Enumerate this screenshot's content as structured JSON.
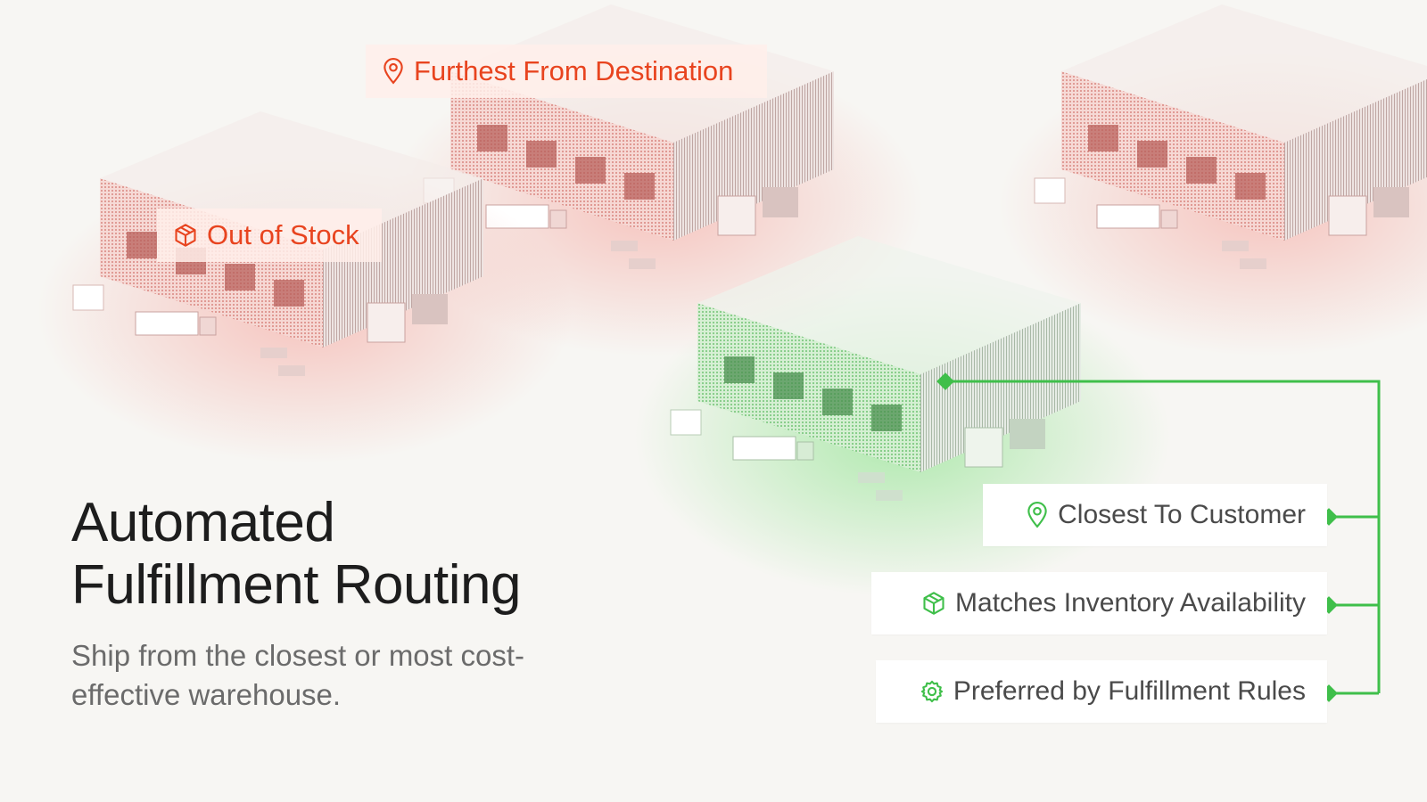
{
  "headline": {
    "line1": "Automated",
    "line2": "Fulfillment Routing"
  },
  "subtext": "Ship from the closest or most cost-effective warehouse.",
  "warehouses": [
    {
      "state": "rejected",
      "label": "Furthest From Destination",
      "icon": "map-pin-icon"
    },
    {
      "state": "rejected",
      "label": "Out of Stock",
      "icon": "package-icon"
    },
    {
      "state": "rejected",
      "label": ""
    },
    {
      "state": "selected",
      "label": ""
    }
  ],
  "criteria": [
    {
      "label": "Closest To Customer",
      "icon": "map-pin-icon"
    },
    {
      "label": "Matches Inventory Availability",
      "icon": "package-icon"
    },
    {
      "label": "Preferred by Fulfillment Rules",
      "icon": "gear-icon"
    }
  ],
  "colors": {
    "background": "#f7f6f3",
    "rejected": "#e8441f",
    "rejected_tint": "#f2a09a",
    "selected": "#3fbf4a",
    "selected_tint": "#8fdc8f",
    "text_primary": "#1d1d1d",
    "text_secondary": "#6b6b6b"
  }
}
